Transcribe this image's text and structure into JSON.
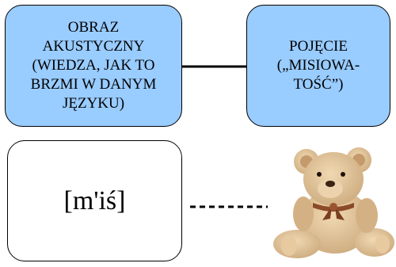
{
  "boxes": {
    "acoustic_image": "OBRAZ\nAKUSTYCZNY\n(WIEDZA, JAK TO\nBRZMI W DANYM\nJĘZYKU)",
    "concept": "POJĘCIE\n(„MISIOWA-\nTOŚĆ”)",
    "phonetic": "[m'iś]"
  },
  "colors": {
    "box_fill": "#99ccff",
    "border": "#000000"
  },
  "image": {
    "subject": "teddy-bear"
  }
}
